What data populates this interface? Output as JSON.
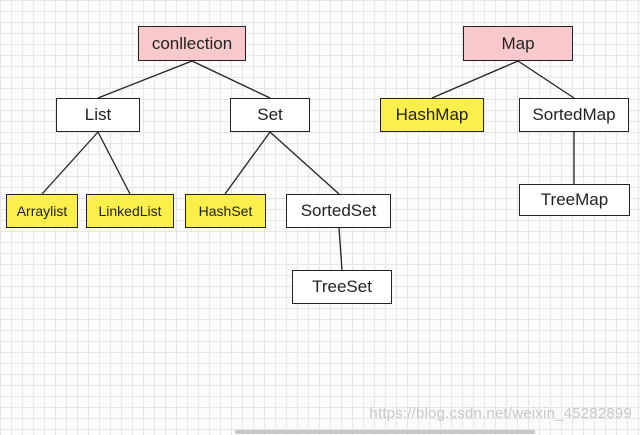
{
  "diagram": {
    "nodes": {
      "collection": "conllection",
      "list": "List",
      "set": "Set",
      "arraylist": "Arraylist",
      "linkedlist": "LinkedList",
      "hashset": "HashSet",
      "sortedset": "SortedSet",
      "treeset": "TreeSet",
      "map": "Map",
      "hashmap": "HashMap",
      "sortedmap": "SortedMap",
      "treemap": "TreeMap"
    },
    "colors": {
      "root": "#f8c9cc",
      "implementation": "#fbef4c",
      "interface": "#ffffff"
    }
  },
  "watermark": "https://blog.csdn.net/weixin_45282899"
}
